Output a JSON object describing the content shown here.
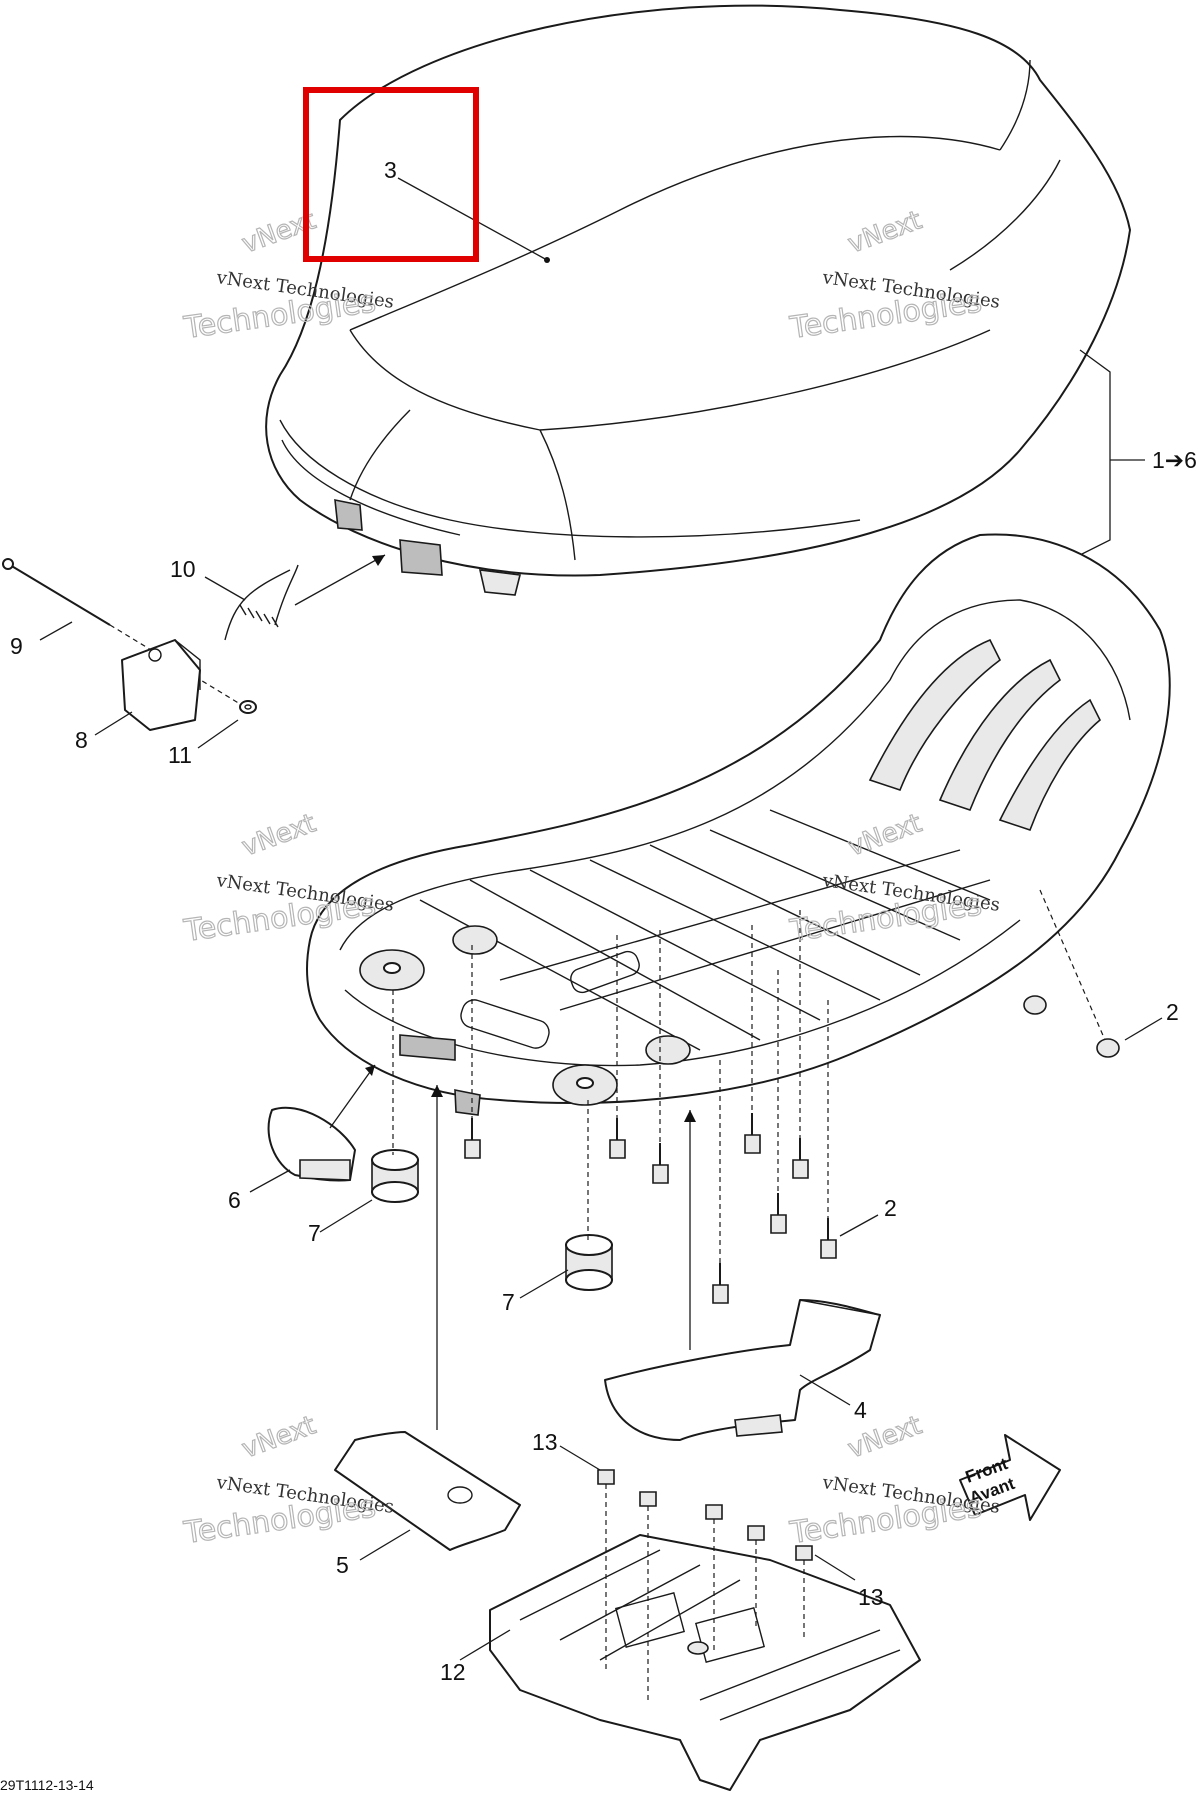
{
  "callouts": {
    "c3": "3",
    "c1to6": "1➔6",
    "c10": "10",
    "c9": "9",
    "c8": "8",
    "c11": "11",
    "c2a": "2",
    "c2b": "2",
    "c6": "6",
    "c7a": "7",
    "c7b": "7",
    "c4": "4",
    "c5": "5",
    "c13a": "13",
    "c13b": "13",
    "c12": "12"
  },
  "watermark": {
    "line1": "vNext Technologies",
    "next": "vNext",
    "tech": "Technologies"
  },
  "front_arrow": {
    "line1": "Front",
    "line2": "Avant"
  },
  "reference_code": "29T1112-13-14",
  "highlight_color": "#e00000"
}
